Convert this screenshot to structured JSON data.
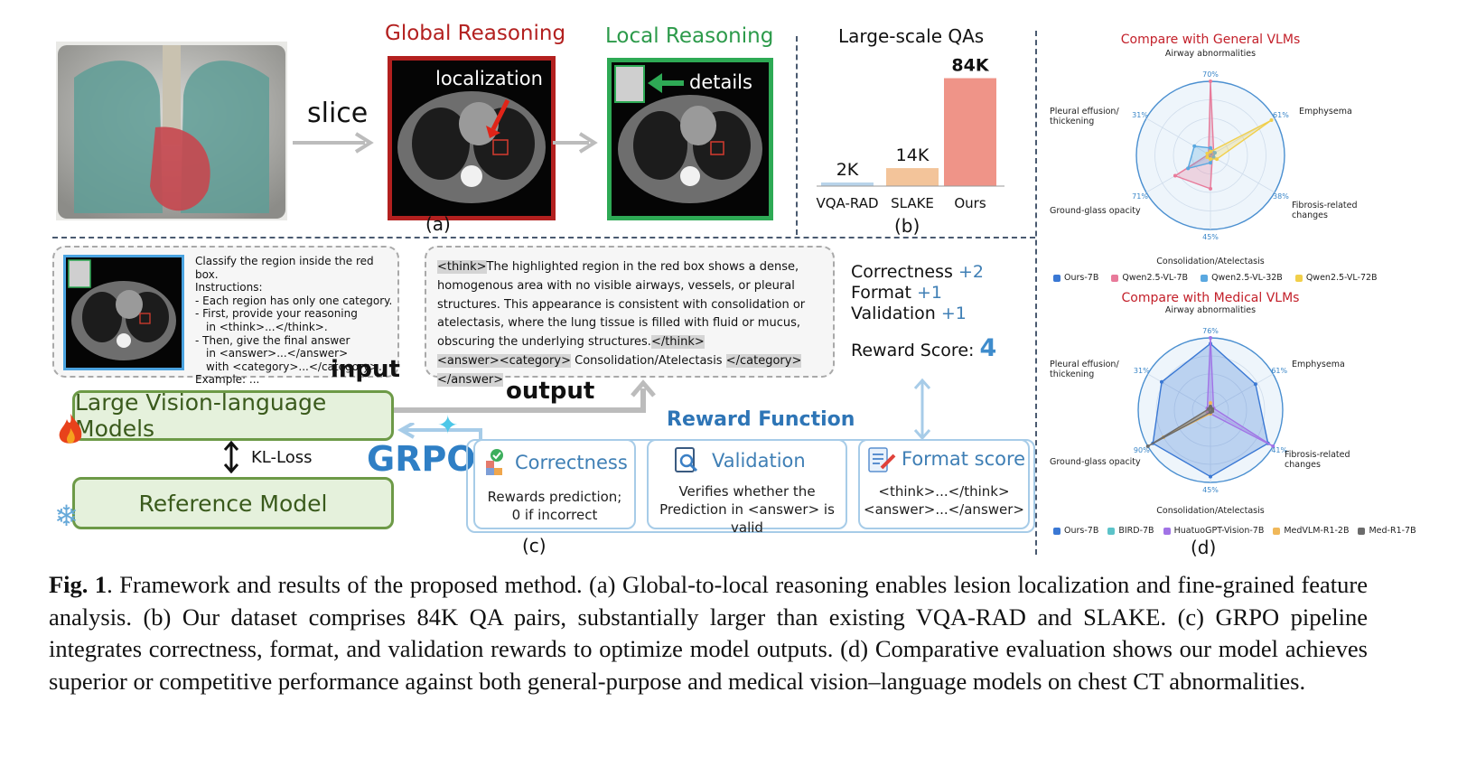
{
  "panel_a": {
    "slice_label": "slice",
    "global_title": "Global Reasoning",
    "local_title": "Local Reasoning",
    "localization_label": "localization",
    "details_label": "details",
    "panel_label": "(a)",
    "colors": {
      "global": "#b3201f",
      "local": "#2c9a4a",
      "global_border": "#b3201f",
      "local_border": "#2eaa55"
    }
  },
  "panel_b": {
    "title": "Large-scale QAs",
    "panel_label": "(b)",
    "chart_data": {
      "type": "bar",
      "title": "Large-scale QAs",
      "categories": [
        "VQA-RAD",
        "SLAKE",
        "Ours"
      ],
      "values": [
        2,
        14,
        84
      ],
      "value_labels": [
        "2K",
        "14K",
        "84K"
      ],
      "colors": [
        "#b8d4ea",
        "#f3c49a",
        "#ef9488"
      ],
      "ylim": [
        0,
        90
      ]
    }
  },
  "panel_c": {
    "prompt_lines": [
      "Classify the region inside the red box.",
      "Instructions:",
      "- Each region has only one category.",
      "- First, provide your reasoning",
      "in <think>...</think>.",
      "- Then, give the final answer",
      "in <answer>...</answer>",
      "with <category>...</category>.",
      "Example: ..."
    ],
    "input_label": "input",
    "output_label": "output",
    "output_think_open": "<think>",
    "output_text": "The highlighted region in the red box shows a dense, homogenous area with no visible airways, vessels, or pleural structures. This appearance is consistent with consolidation or atelectasis, where the lung tissue is filled with fluid or mucus, obscuring the underlying structures.",
    "output_think_close": "</think>",
    "output_answer_open": "<answer><category>",
    "output_answer_value": "Consolidation/Atelectasis",
    "output_answer_close": "</category></answer>",
    "scores": [
      {
        "name": "Correctness",
        "value": "+2"
      },
      {
        "name": "Format",
        "value": "+1"
      },
      {
        "name": "Validation",
        "value": "+1"
      }
    ],
    "reward_score_label": "Reward Score:",
    "reward_score_value": "4",
    "lvlm_label": "Large Vision-language Models",
    "kl_label": "KL-Loss",
    "reference_label": "Reference Model",
    "grpo_label": "GRPO",
    "reward_function_title": "Reward Function",
    "rewards": [
      {
        "title": "Correctness",
        "desc": [
          "Rewards prediction;",
          "0 if incorrect"
        ],
        "icon": "correctness-icon"
      },
      {
        "title": "Validation",
        "desc": [
          "Verifies whether the",
          "Prediction in <answer> is valid"
        ],
        "icon": "magnifier-icon"
      },
      {
        "title": "Format score",
        "desc": [
          "<think>...</think>",
          "<answer>...</answer>"
        ],
        "icon": "document-pen-icon"
      }
    ],
    "panel_label": "(c)"
  },
  "panel_d": {
    "panel_label": "(d)",
    "chart_data": [
      {
        "type": "radar",
        "title": "Compare with General VLMs",
        "axes": [
          "Airway abnormalities",
          "Emphysema",
          "Fibrosis-related changes",
          "Consolidation/Atelectasis",
          "Ground-glass opacity",
          "Pleural effusion/ thickening"
        ],
        "axis_max_labels": [
          "70%",
          "61%",
          "38%",
          "45%",
          "71%",
          "31%"
        ],
        "series": [
          {
            "name": "Ours-7B",
            "color": "#3a78d4",
            "values": [
              0.04,
              0.03,
              0.03,
              0.03,
              0.04,
              0.03
            ]
          },
          {
            "name": "Qwen2.5-VL-7B",
            "color": "#e87a9a",
            "values": [
              1.0,
              0.05,
              0.03,
              0.45,
              0.55,
              0.03
            ]
          },
          {
            "name": "Qwen2.5-VL-32B",
            "color": "#5aa8e0",
            "values": [
              0.1,
              0.07,
              0.05,
              0.1,
              0.35,
              0.25
            ]
          },
          {
            "name": "Qwen2.5-VL-72B",
            "color": "#f1cf4a",
            "values": [
              0.05,
              0.95,
              0.1,
              0.05,
              0.05,
              0.05
            ]
          }
        ]
      },
      {
        "type": "radar",
        "title": "Compare with Medical VLMs",
        "axes": [
          "Airway abnormalities",
          "Emphysema",
          "Fibrosis-related changes",
          "Consolidation/Atelectasis",
          "Ground-glass opacity",
          "Pleural effusion/ thickening"
        ],
        "axis_max_labels": [
          "76%",
          "61%",
          "41%",
          "45%",
          "90%",
          "31%"
        ],
        "series": [
          {
            "name": "Ours-7B",
            "color": "#3a78d4",
            "values": [
              0.92,
              0.72,
              0.92,
              0.92,
              0.92,
              0.78
            ]
          },
          {
            "name": "BIRD-7B",
            "color": "#5cc3c9",
            "values": [
              0.05,
              0.03,
              0.03,
              0.03,
              0.03,
              0.03
            ]
          },
          {
            "name": "HuatuoGPT-Vision-7B",
            "color": "#a173e6",
            "values": [
              1.0,
              0.05,
              1.0,
              0.05,
              0.05,
              0.05
            ]
          },
          {
            "name": "MedVLM-R1-2B",
            "color": "#f0b85a",
            "values": [
              0.1,
              0.03,
              0.03,
              0.05,
              0.75,
              0.03
            ]
          },
          {
            "name": "Med-R1-7B",
            "color": "#6b6b6b",
            "values": [
              0.05,
              0.03,
              0.03,
              0.03,
              1.0,
              0.03
            ]
          }
        ]
      }
    ]
  },
  "caption": {
    "label": "Fig. 1",
    "text": ". Framework and results of the proposed method. (a) Global-to-local reasoning enables lesion localization and fine-grained feature analysis. (b) Our dataset comprises 84K QA pairs, substantially larger than existing VQA-RAD and SLAKE. (c) GRPO pipeline integrates correctness, format, and validation rewards to optimize model outputs. (d) Comparative evaluation shows our model achieves superior or competitive performance against both general-purpose and medical vision–language models on chest CT abnormalities."
  }
}
